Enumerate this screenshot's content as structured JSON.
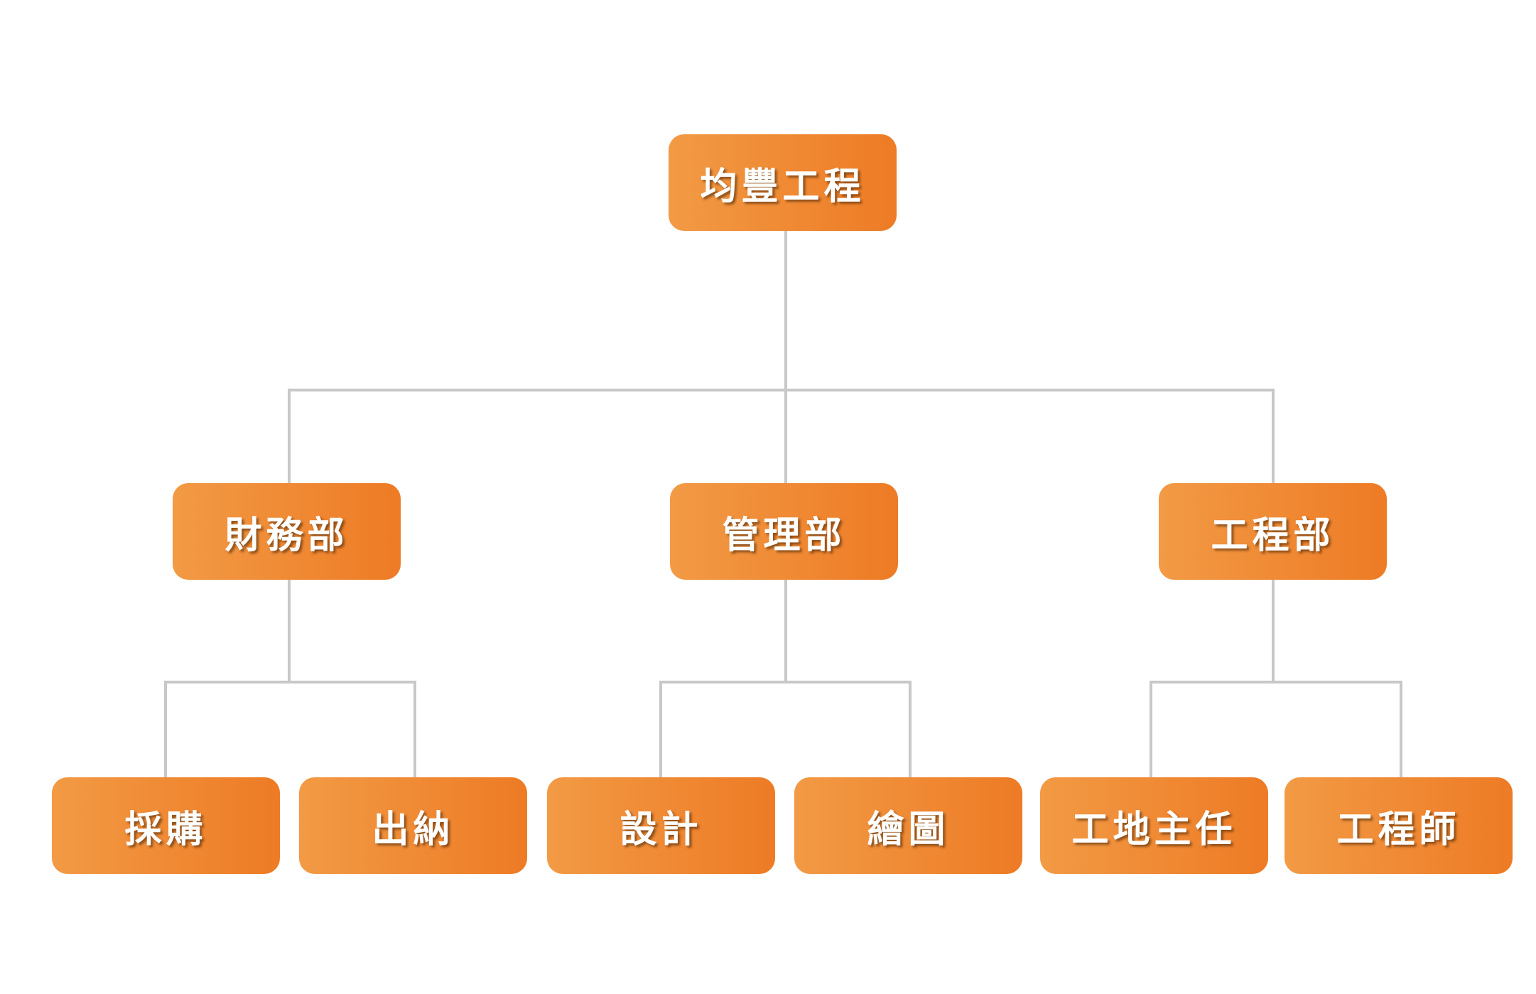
{
  "root": {
    "label": "均豐工程"
  },
  "departments": [
    {
      "label": "財務部",
      "children": [
        {
          "label": "採購"
        },
        {
          "label": "出納"
        }
      ]
    },
    {
      "label": "管理部",
      "children": [
        {
          "label": "設計"
        },
        {
          "label": "繪圖"
        }
      ]
    },
    {
      "label": "工程部",
      "children": [
        {
          "label": "工地主任"
        },
        {
          "label": "工程師"
        }
      ]
    }
  ],
  "colors": {
    "node_gradient_start": "#f29a45",
    "node_gradient_end": "#ee7b25",
    "connector": "#c8c8c8",
    "text": "#ffffff"
  }
}
